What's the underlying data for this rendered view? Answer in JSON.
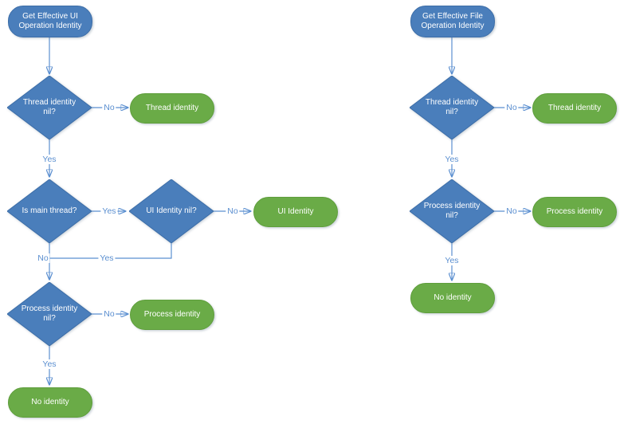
{
  "colors": {
    "decision_fill": "#4A7EBB",
    "decision_border": "#3D6EA8",
    "result_fill": "#6AAB47",
    "result_border": "#5F9E3C",
    "connector": "#5B8FD0",
    "arrowhead": "#4878BE",
    "shape_text": "#FFFFFF",
    "background": "#FFFFFF"
  },
  "flow_ui": {
    "nodes": {
      "start": {
        "type": "start",
        "label": "Get Effective UI Operation Identity"
      },
      "thread_nil": {
        "type": "decision",
        "label": "Thread identity nil?"
      },
      "thread_identity": {
        "type": "result",
        "label": "Thread identity"
      },
      "is_main_thread": {
        "type": "decision",
        "label": "Is main thread?"
      },
      "ui_nil": {
        "type": "decision",
        "label": "UI Identity nil?"
      },
      "ui_identity": {
        "type": "result",
        "label": "UI Identity"
      },
      "process_nil": {
        "type": "decision",
        "label": "Process identity nil?"
      },
      "process_identity": {
        "type": "result",
        "label": "Process identity"
      },
      "no_identity": {
        "type": "result",
        "label": "No identity"
      }
    },
    "edge_labels": {
      "thread_nil_no": "No",
      "thread_nil_yes": "Yes",
      "is_main_yes": "Yes",
      "ui_nil_no": "No",
      "is_main_no": "No",
      "ui_nil_yes": "Yes",
      "process_nil_no": "No",
      "process_nil_yes": "Yes"
    }
  },
  "flow_file": {
    "nodes": {
      "start": {
        "type": "start",
        "label": "Get Effective File Operation Identity"
      },
      "thread_nil": {
        "type": "decision",
        "label": "Thread identity nil?"
      },
      "thread_identity": {
        "type": "result",
        "label": "Thread identity"
      },
      "process_nil": {
        "type": "decision",
        "label": "Process identity nil?"
      },
      "process_identity": {
        "type": "result",
        "label": "Process identity"
      },
      "no_identity": {
        "type": "result",
        "label": "No identity"
      }
    },
    "edge_labels": {
      "thread_nil_no": "No",
      "thread_nil_yes": "Yes",
      "process_nil_no": "No",
      "process_nil_yes": "Yes"
    }
  }
}
